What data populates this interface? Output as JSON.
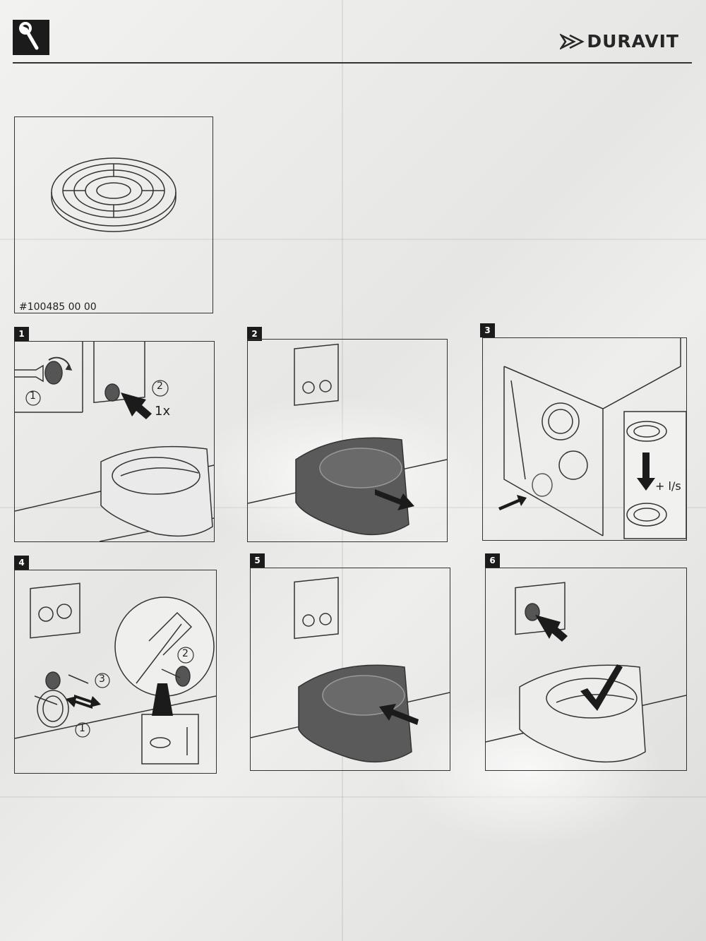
{
  "brand": {
    "name": "DURAVIT"
  },
  "part": {
    "number": "#100485 00 00"
  },
  "steps": [
    {
      "number": "1",
      "labels": {
        "circle1": "1",
        "circle2": "2",
        "count": "1x"
      }
    },
    {
      "number": "2"
    },
    {
      "number": "3",
      "labels": {
        "flow": "+ l/s"
      }
    },
    {
      "number": "4",
      "labels": {
        "circle1": "1",
        "circle2": "2",
        "circle3": "3"
      }
    },
    {
      "number": "5"
    },
    {
      "number": "6"
    }
  ],
  "icons": {
    "tool": "wrench-icon",
    "logo": "duravit-logo-icon",
    "check": "checkmark-icon",
    "arrow": "arrow-icon"
  },
  "colors": {
    "ink": "#2a2a2a",
    "paper": "#eeeeec",
    "badge": "#1b1b1b",
    "dark_fill": "#555555"
  }
}
